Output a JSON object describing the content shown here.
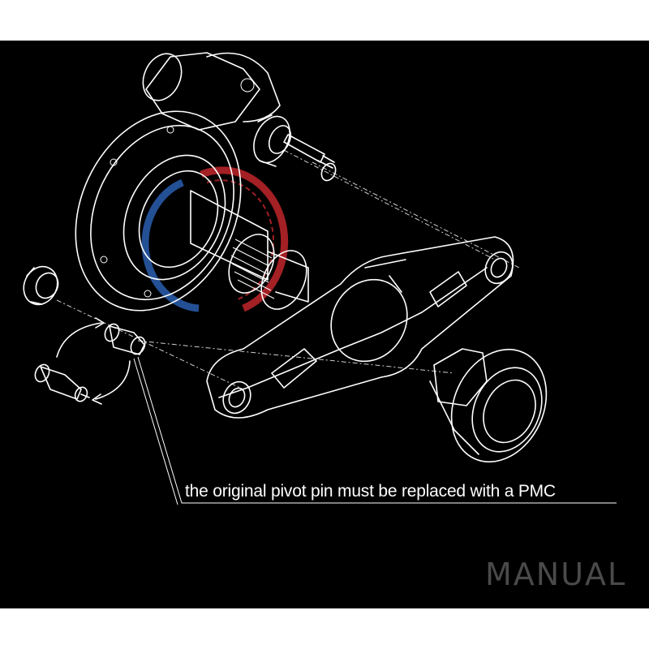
{
  "caption": "the original pivot pin must be replaced with a PMC",
  "brand_label": "MANUAL",
  "colors": {
    "background": "#000000",
    "line_art": "#ffffff",
    "brand_text": "#4a4a4a",
    "watermark_red": "#c0262b",
    "watermark_blue": "#2b5fb0"
  },
  "icons": [
    "rotation-arrow-icon",
    "watermark-logo"
  ]
}
